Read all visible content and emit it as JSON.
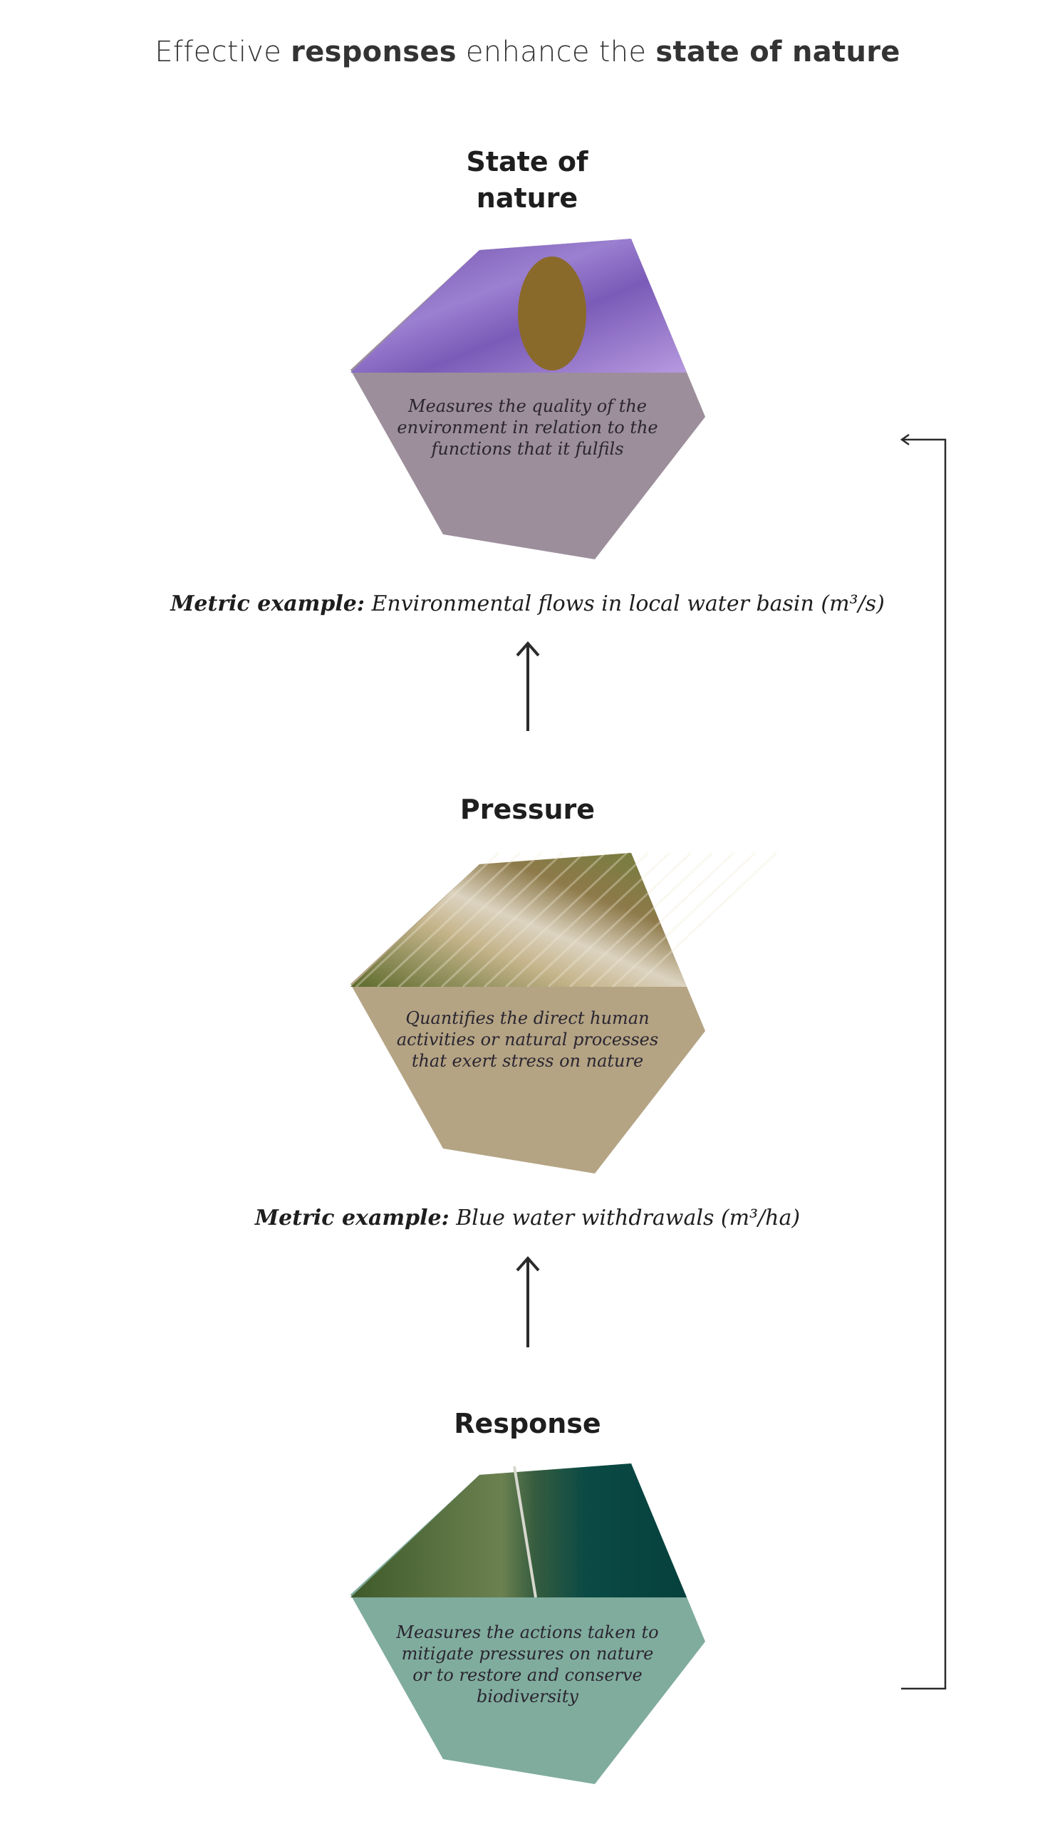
{
  "header": {
    "part1": "Effective ",
    "bold1": "responses",
    "part2": " enhance the ",
    "bold2": "state of nature"
  },
  "stages": [
    {
      "title": "State of nature",
      "description": [
        "Measures the quality of the",
        "environment in relation to the",
        "functions that it fulfils"
      ],
      "color": "#9c8e9b",
      "image": "bee-on-purple-flowers"
    },
    {
      "title": "Pressure",
      "description": [
        "Quantifies the direct human",
        "activities or natural processes",
        "that exert stress on nature"
      ],
      "color": "#b4a484",
      "image": "irrigated-crop-field-aerial"
    },
    {
      "title": "Response",
      "description": [
        "Measures the actions taken to",
        "mitigate pressures on nature",
        "or to restore and conserve",
        "biodiversity"
      ],
      "color": "#80ac9d",
      "image": "forest-and-water-aerial"
    }
  ],
  "metrics": [
    {
      "label": "Metric example:",
      "text": " Environmental flows in local water basin (m³/s)"
    },
    {
      "label": "Metric example:",
      "text": " Blue water withdrawals (m³/ha)"
    }
  ]
}
